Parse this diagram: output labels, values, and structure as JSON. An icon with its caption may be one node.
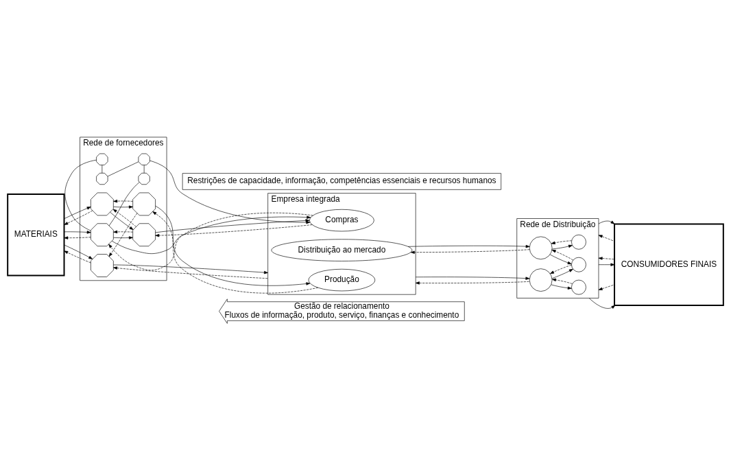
{
  "diagram": {
    "nodes": [
      {
        "text": [
          "Gestão de relacionamento",
          "Fluxos de informação, produto, serviço, finanças e conhecimento"
        ]
      },
      {
        "text": [
          "MATERIAIS"
        ]
      },
      {
        "text": [
          "Rede de fornecedores"
        ]
      },
      {
        "text": [],
        "shape": "octagon",
        "in": 2
      },
      {
        "text": [],
        "shape": "octagon",
        "in": 2
      },
      {
        "text": [],
        "shape": "octagon",
        "in": 2
      },
      {
        "text": [],
        "shape": "octagon",
        "in": 2
      },
      {
        "text": [],
        "shape": "octagon",
        "in": 2
      },
      {
        "text": [],
        "shape": "octagon",
        "in": 2
      },
      {
        "text": [],
        "shape": "octagon",
        "in": 2
      },
      {
        "text": [],
        "shape": "octagon",
        "in": 2
      },
      {
        "text": [],
        "shape": "octagon",
        "in": 2
      },
      {
        "text": [
          "Empresa integrada"
        ]
      },
      {
        "text": [
          "Compras"
        ],
        "in": 12
      },
      {
        "text": [
          "Distribuição ao mercado"
        ],
        "in": 12
      },
      {
        "text": [
          "Produção"
        ],
        "in": 12
      },
      {
        "text": [
          "Rede de Distribuição"
        ]
      },
      {
        "text": [],
        "shape": "circle",
        "in": 16
      },
      {
        "text": [],
        "shape": "circle",
        "in": 16
      },
      {
        "text": [],
        "shape": "circle",
        "in": 16
      },
      {
        "text": [],
        "shape": "circle",
        "in": 16
      },
      {
        "text": [],
        "shape": "circle",
        "in": 16
      },
      {
        "text": [
          "CONSUMIDORES FINAIS"
        ]
      },
      {
        "text": [
          "Restrições de capacidade, informação, competências essenciais e recursos humanos"
        ]
      }
    ],
    "edges": [
      {
        "from": 1,
        "to": 7,
        "arrow": "to"
      },
      {
        "from": 7,
        "to": 1,
        "arrow": "to",
        "style": "dashed"
      },
      {
        "from": 1,
        "to": 9,
        "arrow": "to"
      },
      {
        "from": 9,
        "to": 1,
        "arrow": "to",
        "style": "dashed"
      },
      {
        "from": 1,
        "to": 11,
        "arrow": "to"
      },
      {
        "from": 11,
        "to": 1,
        "arrow": "to",
        "style": "dashed"
      },
      {
        "from": 3,
        "to": 4,
        "arrow": "none"
      },
      {
        "from": 4,
        "to": 5,
        "arrow": "none"
      },
      {
        "from": 5,
        "to": 6,
        "arrow": "none"
      },
      {
        "from": 3,
        "to": 7,
        "arrow": "none"
      },
      {
        "from": 6,
        "to": 7,
        "arrow": "none"
      },
      {
        "from": 5,
        "to": 13,
        "arrow": "to"
      },
      {
        "from": 13,
        "to": 7,
        "arrow": "to",
        "style": "dashed"
      },
      {
        "from": 7,
        "to": 13,
        "arrow": "to"
      },
      {
        "from": 7,
        "to": 8,
        "arrow": "to"
      },
      {
        "from": 8,
        "to": 7,
        "arrow": "to",
        "style": "dashed"
      },
      {
        "from": 13,
        "to": 8,
        "arrow": "to",
        "style": "dashed"
      },
      {
        "from": 8,
        "to": 13,
        "arrow": "to"
      },
      {
        "from": 9,
        "to": 8,
        "arrow": "to"
      },
      {
        "from": 8,
        "to": 9,
        "arrow": "to",
        "style": "dashed"
      },
      {
        "from": 9,
        "to": 10,
        "arrow": "to"
      },
      {
        "from": 10,
        "to": 9,
        "arrow": "to",
        "style": "dashed"
      },
      {
        "from": 10,
        "to": 11,
        "arrow": "to",
        "style": "dashed"
      },
      {
        "from": 15,
        "to": 10,
        "arrow": "to",
        "style": "dashed"
      },
      {
        "from": 10,
        "to": 15,
        "arrow": "to"
      },
      {
        "from": 12,
        "to": 11,
        "arrow": "to",
        "style": "dashed"
      },
      {
        "from": 11,
        "to": 12,
        "arrow": "to"
      },
      {
        "from": 18,
        "to": 14,
        "arrow": "to",
        "style": "dashed"
      },
      {
        "from": 14,
        "to": 18,
        "arrow": "to"
      },
      {
        "from": 20,
        "to": 12,
        "arrow": "to",
        "style": "dashed"
      },
      {
        "from": 12,
        "to": 20,
        "arrow": "to"
      },
      {
        "from": 18,
        "to": 17,
        "arrow": "to"
      },
      {
        "from": 17,
        "to": 18,
        "arrow": "to",
        "style": "dashed"
      },
      {
        "from": 18,
        "to": 19,
        "arrow": "to"
      },
      {
        "from": 19,
        "to": 18,
        "arrow": "to",
        "style": "dashed"
      },
      {
        "from": 20,
        "to": 19,
        "arrow": "to"
      },
      {
        "from": 19,
        "to": 20,
        "arrow": "to",
        "style": "dashed"
      },
      {
        "from": 20,
        "to": 21,
        "arrow": "to"
      },
      {
        "from": 21,
        "to": 20,
        "arrow": "to",
        "style": "dashed"
      },
      {
        "from": 22,
        "to": 16,
        "arrow": "to",
        "style": "dashed"
      },
      {
        "from": 16,
        "to": 22,
        "arrow": "to"
      },
      {
        "from": 22,
        "to": 16,
        "arrow": "to",
        "style": "dashed"
      },
      {
        "from": 16,
        "to": 22,
        "arrow": "to"
      },
      {
        "from": 22,
        "to": 16,
        "arrow": "to",
        "style": "dashed"
      },
      {
        "from": 16,
        "to": 22,
        "arrow": "to"
      }
    ]
  }
}
